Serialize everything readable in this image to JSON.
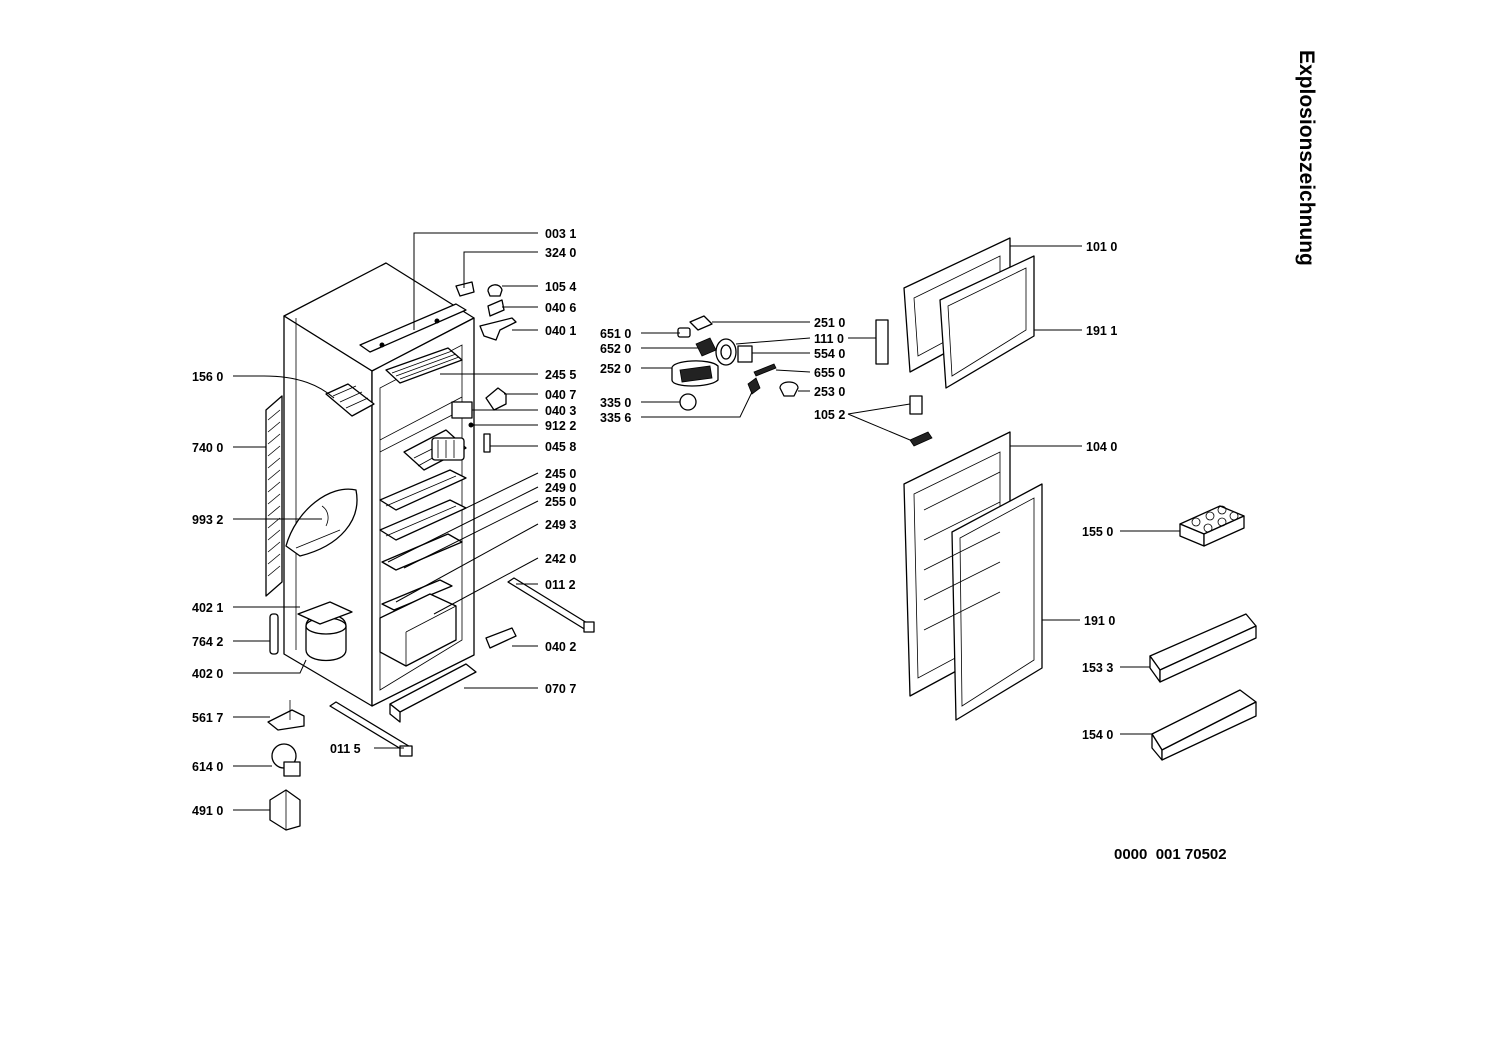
{
  "title": "Explosionszeichnung",
  "document_number": "0000  001 70502",
  "parts": {
    "p0031": "003 1",
    "p3240": "324 0",
    "p1054": "105 4",
    "p0406": "040 6",
    "p0401": "040 1",
    "p2455": "245 5",
    "p0407": "040 7",
    "p0403": "040 3",
    "p9122": "912 2",
    "p0458": "045 8",
    "p2450": "245 0",
    "p2490": "249 0",
    "p2550": "255 0",
    "p2493": "249 3",
    "p2420": "242 0",
    "p0112": "011 2",
    "p0402": "040 2",
    "p0707": "070 7",
    "p0115": "011 5",
    "p1560": "156 0",
    "p7400": "740 0",
    "p9932": "993 2",
    "p4021": "402 1",
    "p7642": "764 2",
    "p4020": "402 0",
    "p5617": "561 7",
    "p6140": "614 0",
    "p4910": "491 0",
    "p6510": "651 0",
    "p6520": "652 0",
    "p2520": "252 0",
    "p3350": "335 0",
    "p3356": "335 6",
    "p2510": "251 0",
    "p1110": "111 0",
    "p5540": "554 0",
    "p6550": "655 0",
    "p2530": "253 0",
    "p1052": "105 2",
    "p1010": "101 0",
    "p1911": "191 1",
    "p1040": "104 0",
    "p1550": "155 0",
    "p1910": "191 0",
    "p1533": "153 3",
    "p1540": "154 0"
  }
}
